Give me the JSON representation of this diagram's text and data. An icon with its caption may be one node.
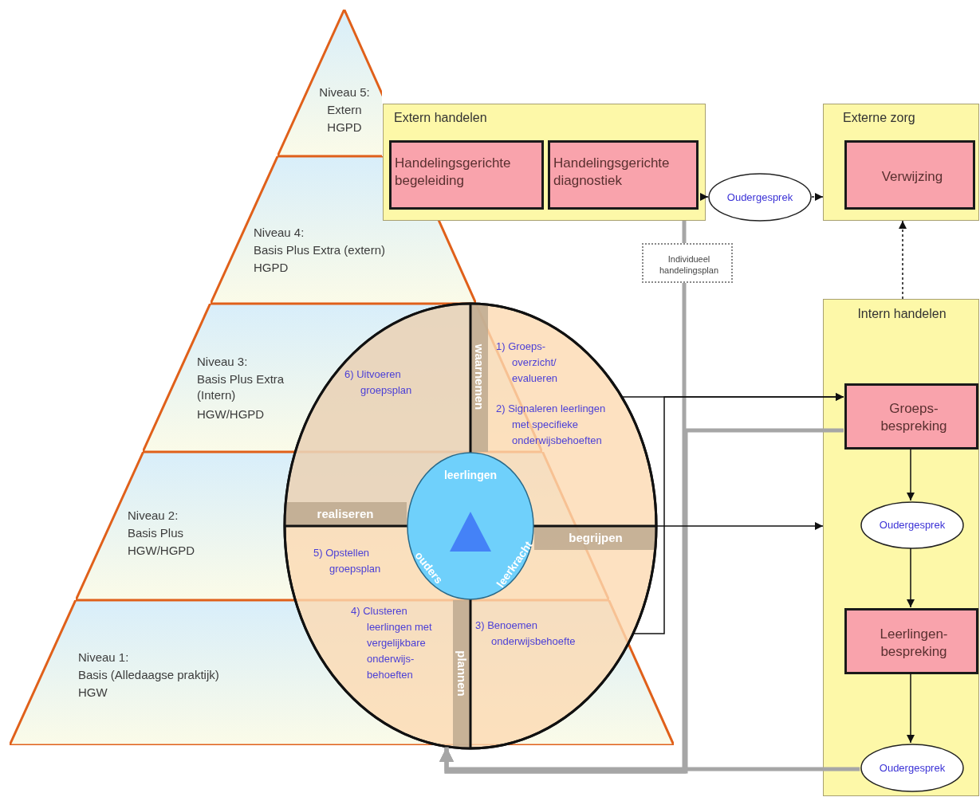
{
  "diagram": {
    "nodes": [
      {
        "text": [
          "Niveau 5:",
          "Extern",
          "HGPD"
        ]
      },
      {
        "text": [
          "Niveau 4:",
          "Basis Plus Extra (extern)",
          "HGPD"
        ]
      },
      {
        "text": [
          "Niveau 3:",
          "Basis Plus Extra (Intern)",
          "HGW/HGPD"
        ]
      },
      {
        "text": [
          "Niveau 2:",
          "Basis Plus",
          "HGW/HGPD"
        ]
      },
      {
        "text": [
          "Niveau 1:",
          "Basis (Alledaagse praktijk)",
          "HGW"
        ]
      },
      {
        "text": [
          "Extern handelen"
        ]
      },
      {
        "text": [
          "Handelingsgerichte begeleiding"
        ],
        "in": 5
      },
      {
        "text": [
          "Handelingsgerichte diagnostiek"
        ],
        "in": 5
      },
      {
        "text": [
          "Oudergesprek"
        ]
      },
      {
        "text": [
          "Externe zorg"
        ]
      },
      {
        "text": [
          "Verwijzing"
        ],
        "in": 9
      },
      {
        "text": [
          "Individueel handelingsplan"
        ]
      },
      {
        "text": [
          "Intern handelen"
        ]
      },
      {
        "text": [
          "Groeps- bespreking"
        ],
        "in": 12
      },
      {
        "text": [
          "Oudergesprek"
        ],
        "in": 12
      },
      {
        "text": [
          "Leerlingen- bespreking"
        ],
        "in": 12
      },
      {
        "text": [
          "Oudergesprek"
        ],
        "in": 12
      },
      {
        "text": [],
        "shape": "circle"
      },
      {
        "text": [
          "leerlingen",
          "ouders",
          "leerkracht"
        ]
      }
    ],
    "edges": [
      {
        "from": 5,
        "to": 8,
        "arrow": "to"
      },
      {
        "from": 8,
        "to": 9,
        "arrow": "to",
        "style": "dashed"
      },
      {
        "from": 5,
        "to": 11,
        "arrow": "none",
        "style": "thick",
        "color": "#a6a6a6"
      },
      {
        "from": 11,
        "to": 17,
        "arrow": "to",
        "style": "thick",
        "color": "#a6a6a6"
      },
      {
        "from": 13,
        "to": 17,
        "arrow": "to",
        "style": "thick",
        "color": "#a6a6a6"
      },
      {
        "from": 16,
        "to": 17,
        "arrow": "to",
        "style": "thick",
        "color": "#a6a6a6"
      },
      {
        "from": 17,
        "to": 13,
        "arrow": "to"
      },
      {
        "from": 17,
        "to": 13,
        "arrow": "to"
      },
      {
        "from": 17,
        "to": 12,
        "arrow": "to"
      },
      {
        "from": 13,
        "to": 14,
        "arrow": "to"
      },
      {
        "from": 14,
        "to": 15,
        "arrow": "to"
      },
      {
        "from": 15,
        "to": 16,
        "arrow": "to"
      },
      {
        "from": 12,
        "to": 9,
        "arrow": "to",
        "style": "dashed"
      }
    ],
    "labels": [
      "waarnemen",
      "6) Uitvoeren groepsplan",
      "1) Groeps- overzicht/ evalueren",
      "2) Signaleren leerlingen met specifieke onderwijsbehoeften",
      "realiseren",
      "begrijpen",
      "5) Opstellen groepsplan",
      "4) Clusteren leerlingen met vergelijkbare onderwijs- behoeften",
      "3) Benoemen onderwijsbehoefte",
      "plannen"
    ]
  }
}
